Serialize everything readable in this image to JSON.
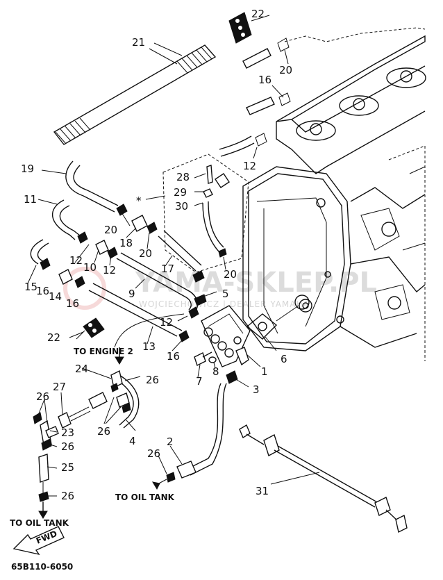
{
  "diagram": {
    "callouts": [
      {
        "id": "c1",
        "text": "1"
      },
      {
        "id": "c2",
        "text": "2"
      },
      {
        "id": "c3",
        "text": "3"
      },
      {
        "id": "c4",
        "text": "4"
      },
      {
        "id": "c5",
        "text": "5"
      },
      {
        "id": "c6",
        "text": "6"
      },
      {
        "id": "c7",
        "text": "7"
      },
      {
        "id": "c8",
        "text": "8"
      },
      {
        "id": "c9",
        "text": "9"
      },
      {
        "id": "c10",
        "text": "10"
      },
      {
        "id": "c11",
        "text": "11"
      },
      {
        "id": "c12a",
        "text": "12"
      },
      {
        "id": "c12b",
        "text": "12"
      },
      {
        "id": "c12c",
        "text": "12"
      },
      {
        "id": "c12d",
        "text": "12"
      },
      {
        "id": "c13",
        "text": "13"
      },
      {
        "id": "c14",
        "text": "14"
      },
      {
        "id": "c15",
        "text": "15"
      },
      {
        "id": "c16a",
        "text": "16"
      },
      {
        "id": "c16b",
        "text": "16"
      },
      {
        "id": "c16c",
        "text": "16"
      },
      {
        "id": "c16d",
        "text": "16"
      },
      {
        "id": "c17",
        "text": "17"
      },
      {
        "id": "c18",
        "text": "18"
      },
      {
        "id": "c19",
        "text": "19"
      },
      {
        "id": "c20a",
        "text": "20"
      },
      {
        "id": "c20b",
        "text": "20"
      },
      {
        "id": "c20c",
        "text": "20"
      },
      {
        "id": "c20d",
        "text": "20"
      },
      {
        "id": "c21",
        "text": "21"
      },
      {
        "id": "c22a",
        "text": "22"
      },
      {
        "id": "c22b",
        "text": "22"
      },
      {
        "id": "c23",
        "text": "23"
      },
      {
        "id": "c24",
        "text": "24"
      },
      {
        "id": "c25",
        "text": "25"
      },
      {
        "id": "c26a",
        "text": "26"
      },
      {
        "id": "c26b",
        "text": "26"
      },
      {
        "id": "c26c",
        "text": "26"
      },
      {
        "id": "c26d",
        "text": "26"
      },
      {
        "id": "c26e",
        "text": "26"
      },
      {
        "id": "c26f",
        "text": "26"
      },
      {
        "id": "c27",
        "text": "27"
      },
      {
        "id": "c28",
        "text": "28"
      },
      {
        "id": "c29",
        "text": "29"
      },
      {
        "id": "c30",
        "text": "30"
      },
      {
        "id": "c31",
        "text": "31"
      },
      {
        "id": "cstar",
        "text": "*"
      }
    ],
    "annotations": {
      "to_engine_2": "TO ENGINE 2",
      "to_oil_tank_center": "TO OIL TANK",
      "to_oil_tank_left": "TO OIL TANK",
      "fwd": "FWD",
      "part_code": "65B110-6050"
    },
    "watermark": {
      "main": "YAMA-SKLEP.PL",
      "sub": "WOJCIECHOWICZ | DEALER YAMAHA"
    }
  }
}
